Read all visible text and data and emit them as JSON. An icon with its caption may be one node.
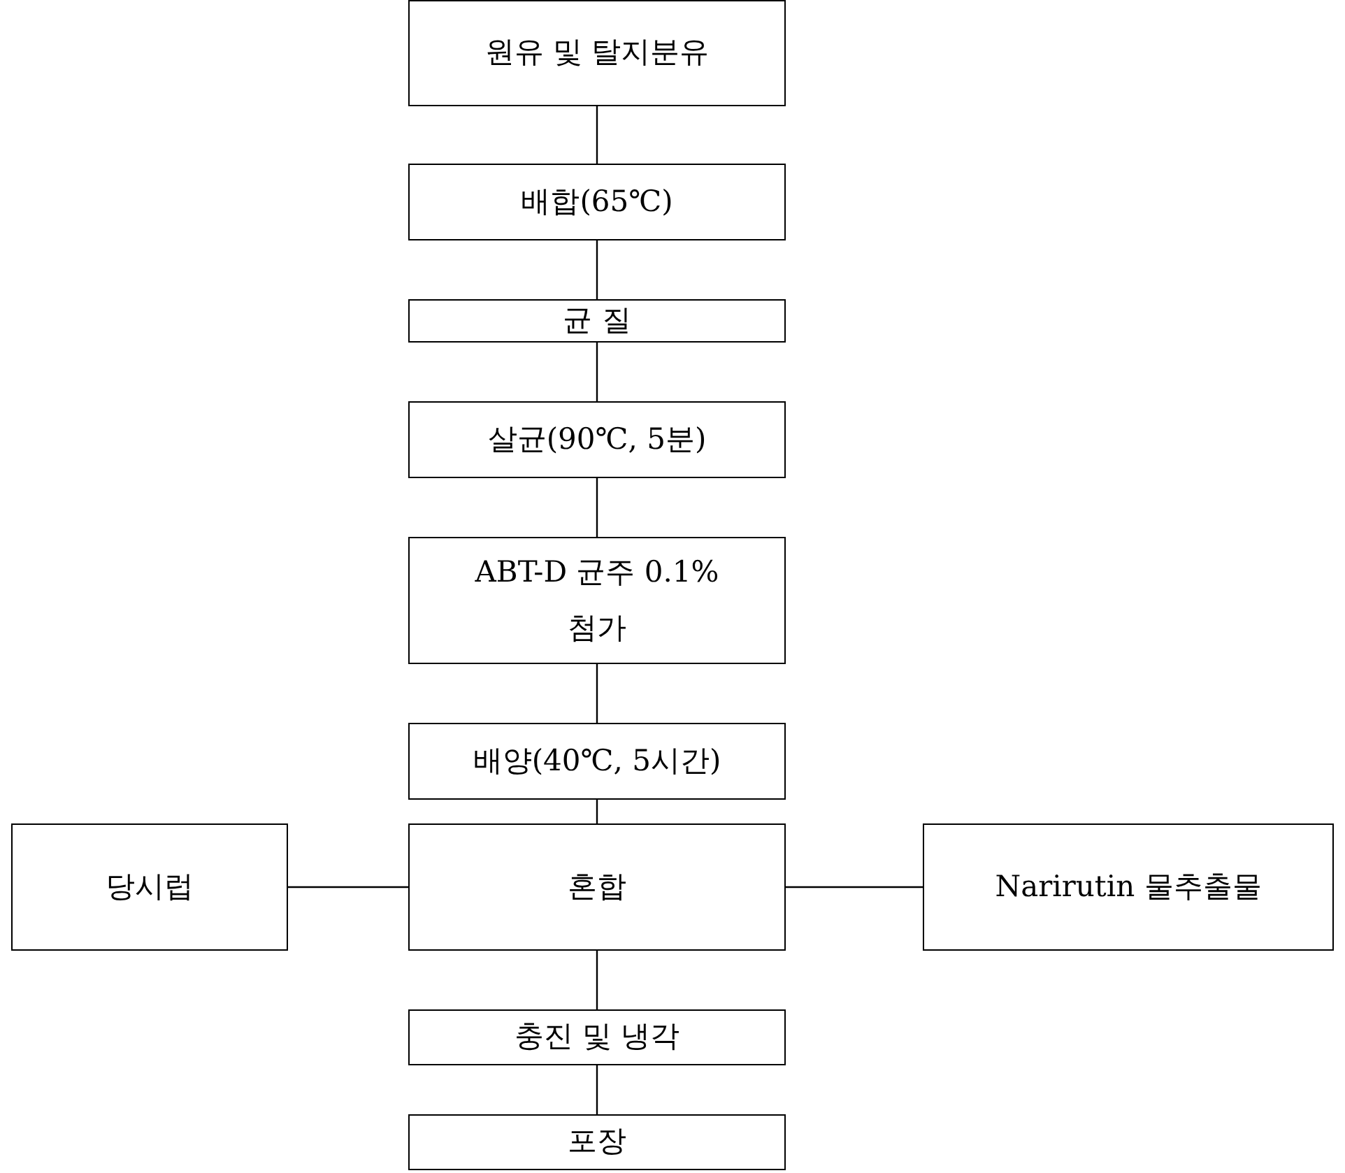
{
  "diagram": {
    "nodes": [
      {
        "text": [
          "원유 및 탈지분유"
        ]
      },
      {
        "text": [
          "배합(65℃)"
        ]
      },
      {
        "text": [
          "균 질"
        ]
      },
      {
        "text": [
          "살균(90℃, 5분)"
        ]
      },
      {
        "text": [
          "ABT-D 균주 0.1% 첨가"
        ]
      },
      {
        "text": [
          "배양(40℃, 5시간)"
        ]
      },
      {
        "text": [
          "당시럽"
        ]
      },
      {
        "text": [
          "혼합"
        ]
      },
      {
        "text": [
          "Narirutin 물추출물"
        ]
      },
      {
        "text": [
          "충진 및 냉각"
        ]
      },
      {
        "text": [
          "포장"
        ]
      }
    ],
    "edges": [
      {
        "from": 0,
        "to": 1,
        "arrow": "none"
      },
      {
        "from": 1,
        "to": 2,
        "arrow": "none"
      },
      {
        "from": 2,
        "to": 3,
        "arrow": "none"
      },
      {
        "from": 3,
        "to": 4,
        "arrow": "none"
      },
      {
        "from": 4,
        "to": 5,
        "arrow": "none"
      },
      {
        "from": 5,
        "to": 7,
        "arrow": "none"
      },
      {
        "from": 6,
        "to": 7,
        "arrow": "none"
      },
      {
        "from": 8,
        "to": 7,
        "arrow": "none"
      },
      {
        "from": 7,
        "to": 9,
        "arrow": "none"
      },
      {
        "from": 9,
        "to": 10,
        "arrow": "none"
      }
    ]
  }
}
